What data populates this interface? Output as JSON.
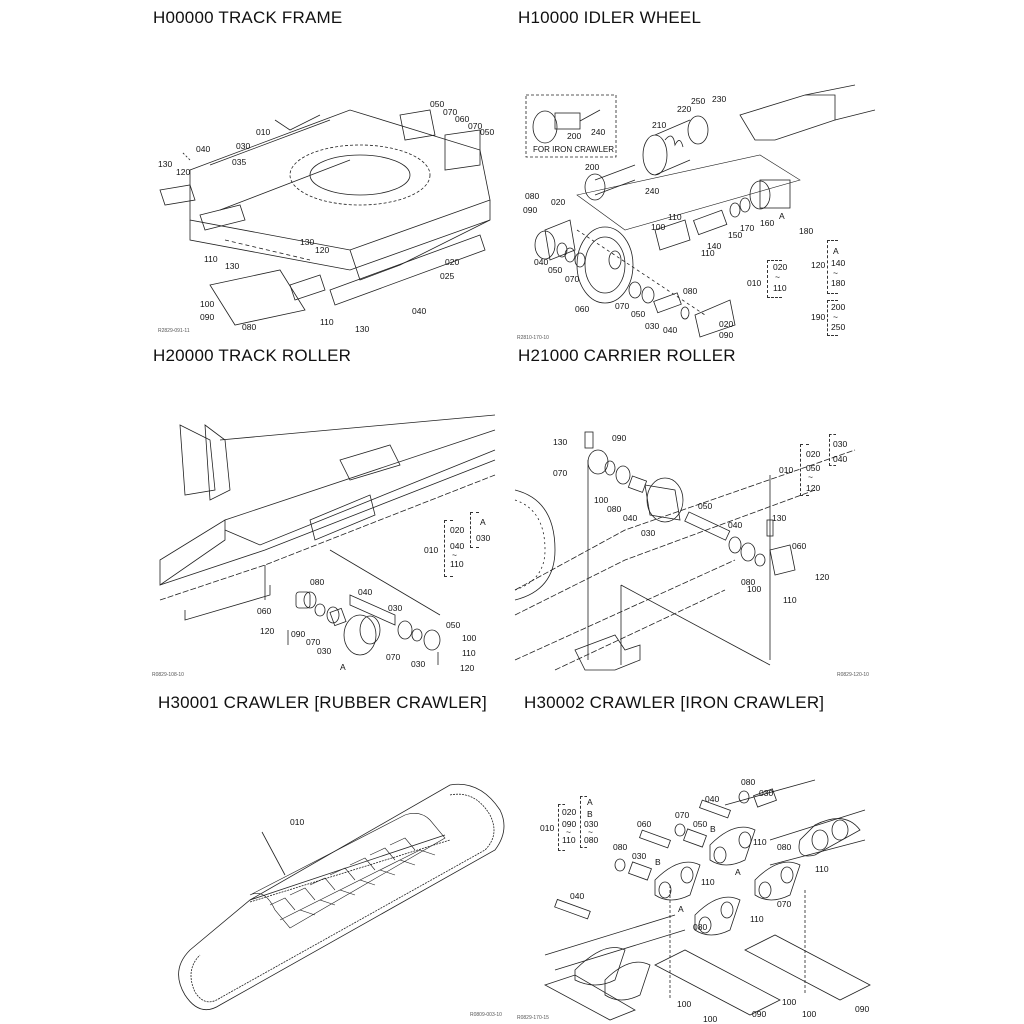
{
  "sections": [
    {
      "title": "H00000 TRACK FRAME",
      "labels": [
        "050",
        "070",
        "060",
        "070",
        "050",
        "010",
        "040",
        "030",
        "035",
        "130",
        "120",
        "110",
        "130",
        "130",
        "120",
        "020",
        "025",
        "040",
        "100",
        "090",
        "080",
        "110",
        "130"
      ],
      "figure_code": "R2829-091-11"
    },
    {
      "title": "H10000 IDLER WHEEL",
      "inset_caption": "FOR IRON CRAWLER",
      "labels": [
        "200",
        "240",
        "250",
        "230",
        "220",
        "210",
        "200",
        "240",
        "080",
        "020",
        "090",
        "110",
        "100",
        "140",
        "150",
        "170",
        "160",
        "A",
        "180",
        "110",
        "040",
        "050",
        "070",
        "060",
        "070",
        "050",
        "030",
        "040",
        "080",
        "020",
        "090"
      ],
      "groups": [
        {
          "label": "010",
          "range": [
            "020",
            "~",
            "110"
          ]
        },
        {
          "label": "120",
          "range": [
            "A",
            "140",
            "~",
            "180"
          ]
        },
        {
          "label": "190",
          "range": [
            "200",
            "~",
            "250"
          ]
        }
      ],
      "figure_code": "R2810-170-10"
    },
    {
      "title": "H20000 TRACK ROLLER",
      "labels": [
        "080",
        "040",
        "030",
        "060",
        "120",
        "090",
        "070",
        "030",
        "050",
        "100",
        "070",
        "030",
        "110",
        "120",
        "A"
      ],
      "groups": [
        {
          "label": "010",
          "range": [
            "020",
            "040",
            "~",
            "110"
          ]
        },
        {
          "label": "",
          "range": [
            "A",
            "030"
          ]
        }
      ],
      "figure_code": "R0829-108-10"
    },
    {
      "title": "H21000 CARRIER ROLLER",
      "labels": [
        "130",
        "090",
        "070",
        "100",
        "080",
        "040",
        "030",
        "050",
        "040",
        "130",
        "060",
        "080",
        "100",
        "120",
        "110"
      ],
      "groups": [
        {
          "label": "010",
          "range": [
            "020",
            "050",
            "~",
            "120"
          ]
        },
        {
          "label": "",
          "range": [
            "030",
            "040"
          ]
        }
      ],
      "figure_code": "R0829-120-10"
    },
    {
      "title": "H30001 CRAWLER [RUBBER CRAWLER]",
      "labels": [
        "010"
      ],
      "figure_code": "R0809-003-10"
    },
    {
      "title": "H30002 CRAWLER [IRON CRAWLER]",
      "labels": [
        "080",
        "030",
        "040",
        "070",
        "050",
        "B",
        "060",
        "110",
        "080",
        "080",
        "030",
        "B",
        "A",
        "110",
        "110",
        "040",
        "070",
        "A",
        "080",
        "110",
        "100",
        "090",
        "100",
        "100",
        "100",
        "090"
      ],
      "groups": [
        {
          "label": "010",
          "range": [
            "020",
            "090",
            "~",
            "110"
          ]
        },
        {
          "label": "",
          "range": [
            "A",
            "B",
            "030",
            "~",
            "080"
          ]
        }
      ],
      "figure_code": "R0829-170-15"
    }
  ],
  "colors": {
    "ink": "#1a1a1a",
    "background": "#ffffff"
  }
}
